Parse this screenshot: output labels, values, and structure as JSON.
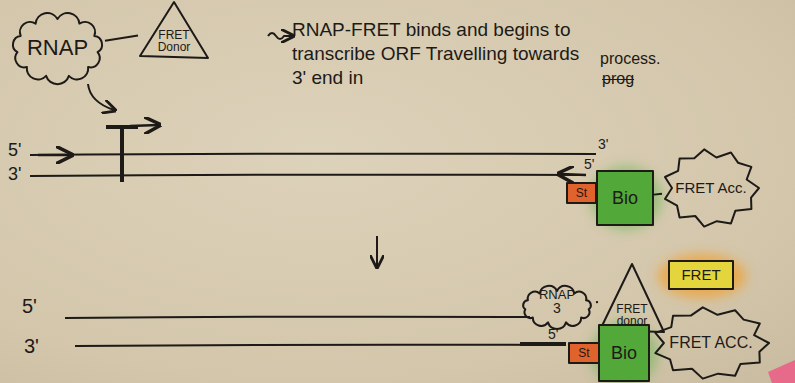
{
  "diagram": {
    "nodes": [
      {
        "text": [
          "RNAP"
        ]
      },
      {
        "text": [
          "FRET Donor"
        ]
      },
      {
        "text": [
          "St"
        ]
      },
      {
        "text": [
          "Bio"
        ]
      },
      {
        "text": [
          "FRET Acc."
        ]
      },
      {
        "text": [
          "RNAP"
        ]
      },
      {
        "text": [
          "FRET donor"
        ]
      },
      {
        "text": [
          "FRET"
        ]
      },
      {
        "text": [
          "St"
        ]
      },
      {
        "text": [
          "Bio"
        ]
      },
      {
        "text": [
          "FRET ACC."
        ]
      }
    ],
    "edges": [
      {
        "from": 0,
        "to": 1,
        "arrow": "none"
      },
      {
        "from": 3,
        "to": 4,
        "arrow": "none"
      },
      {
        "from": 5,
        "to": 6,
        "arrow": "none"
      }
    ],
    "labels": [
      "RNAP-FRET binds and begins to transcribe ORF Travelling towards 3' end in",
      "process.",
      "prog",
      "5'",
      "3'",
      "3'",
      "5'",
      "5'",
      "3'",
      "3",
      "5'"
    ]
  }
}
